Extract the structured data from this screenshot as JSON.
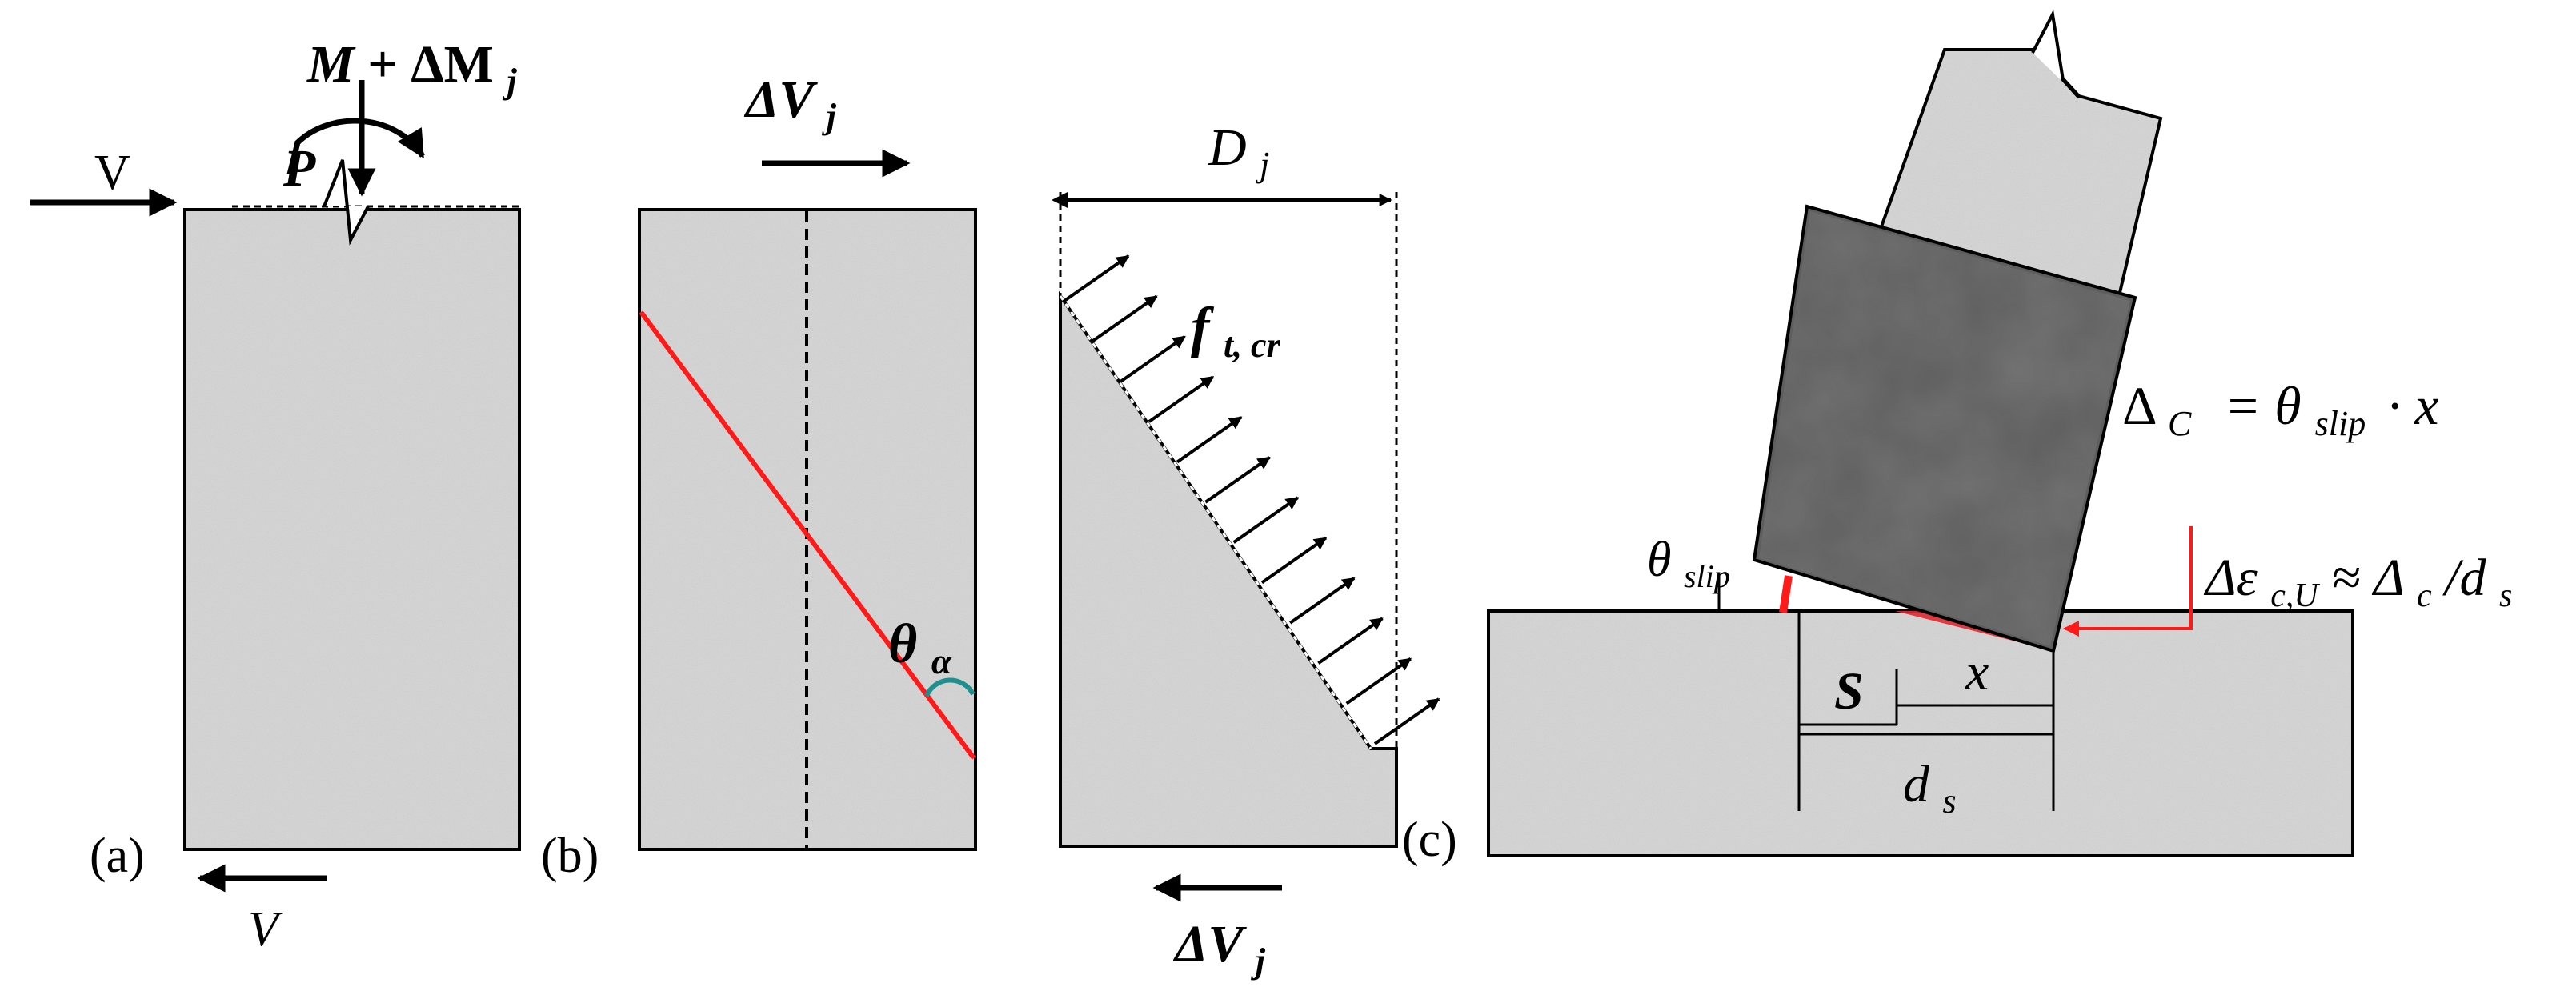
{
  "panel_a": {
    "tag": "(a)",
    "shear_top": "V",
    "shear_bottom": "V",
    "moment_main": "M",
    "moment_plus": "+ ΔM",
    "moment_sub": "j",
    "axial": "P"
  },
  "panel_b": {
    "tag": "(b)",
    "shear_top_delta": "ΔV",
    "shear_top_sub": "j",
    "angle_main": "θ",
    "angle_sub": "α"
  },
  "panel_c": {
    "tag": "(c)",
    "depth_main": "D",
    "depth_sub": "j",
    "stress_main": "f",
    "stress_sub": "t, cr",
    "shear_bottom_delta": "ΔV",
    "shear_bottom_sub": "j"
  },
  "panel_d": {
    "delta_c_main": "Δ",
    "delta_c_sub": "C",
    "delta_c_eq": "= θ",
    "delta_c_eq_sub": "slip",
    "delta_c_eq_tail": "· x",
    "theta_slip_main": "θ",
    "theta_slip_sub": "slip",
    "strain_main": "Δε",
    "strain_sub": "c,U",
    "strain_eq": "≈ Δ",
    "strain_eq_sub": "c",
    "strain_eq_mid": "/d",
    "strain_eq_sub2": "s",
    "s_label": "S",
    "x_label": "x",
    "ds_main": "d",
    "ds_sub": "s"
  },
  "colors": {
    "concrete": "#d4d4d4",
    "dark_block": "#5e5e5e",
    "crack_red": "#ff1a1a",
    "zone_red": "#e0292f",
    "teal_arc": "#1f8f8f",
    "line": "#000000"
  }
}
